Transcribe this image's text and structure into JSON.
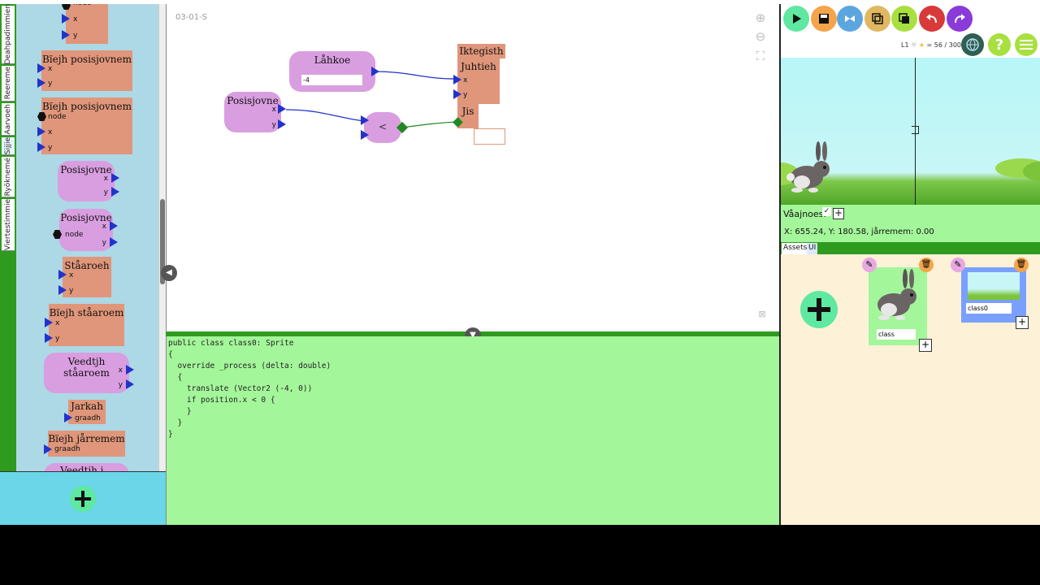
{
  "category_tabs": [
    "Deahpadimmien",
    "Reereme",
    "Aarvoeh",
    "Sijjie",
    "Ryöknemé",
    "Viertestimmie"
  ],
  "palette": {
    "partial_top": {
      "port_node": "node",
      "port_x": "x",
      "port_y": "y"
    },
    "blocks": [
      {
        "title": "Bïejh posisjovnem",
        "ports": [
          "x",
          "y"
        ]
      },
      {
        "title": "Bïejh posisjovnem",
        "ports": [
          "node",
          "x",
          "y"
        ]
      },
      {
        "title": "Posisjovne",
        "ports": [
          "x",
          "y"
        ]
      },
      {
        "title": "Posisjovne",
        "ports": [
          "node",
          "x",
          "y"
        ]
      },
      {
        "title": "Ståaroeh",
        "ports": [
          "x",
          "y"
        ]
      },
      {
        "title": "Bïejh ståaroem",
        "ports": [
          "x",
          "y"
        ]
      },
      {
        "title": "Veedtjh ståaroem",
        "ports": [
          "x",
          "y"
        ]
      },
      {
        "title": "Jarkah",
        "ports": [
          "graadh"
        ]
      },
      {
        "title": "Bïejh jårremem",
        "ports": [
          "graadh"
        ]
      },
      {
        "title": "Veedtjh j..."
      }
    ]
  },
  "canvas": {
    "label": "03-01-S",
    "nodes": {
      "lahkoe": {
        "title": "Låhkoe",
        "value": "-4"
      },
      "posisjovne": {
        "title": "Posisjovne",
        "port_x": "x",
        "port_y": "y"
      },
      "compare": {
        "op": "<"
      },
      "iktegisth": {
        "title": "Iktegisth",
        "row": "Juhtieh",
        "port_x": "x",
        "port_y": "y",
        "if_label": "Jis"
      }
    }
  },
  "code": {
    "lines": [
      "public class class0: Sprite",
      "{",
      "  override _process (delta: double)",
      "  {",
      "    translate (Vector2 (-4, 0))",
      "    if position.x < 0 {",
      "    }",
      "  }",
      "}"
    ]
  },
  "right_panel": {
    "level": "L1",
    "score": "= 56 / 300",
    "visible_label": "Våajnoes:",
    "visible_checked": "✓",
    "coords": "X: 655.24, Y: 180.58, jårremem: 0.00",
    "tabs": [
      "Assets",
      "UI"
    ],
    "assets": [
      {
        "name": "class"
      },
      {
        "name": "class0"
      }
    ]
  },
  "colors": {
    "accent_green": "#2e9b1f",
    "palette_bg": "#add8e6",
    "block_orange": "#e0967a",
    "block_pink": "#d99ee0",
    "code_bg": "#a4f69a",
    "port_blue": "#2233cc"
  }
}
